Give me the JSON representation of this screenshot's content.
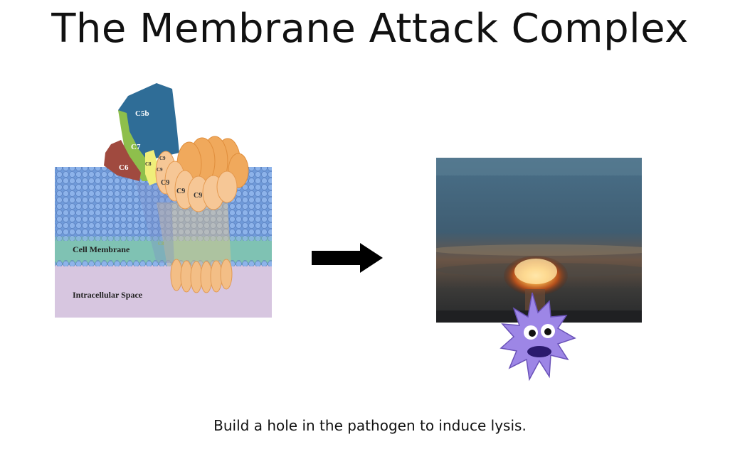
{
  "slide": {
    "title": "The Membrane Attack Complex",
    "caption": "Build a hole in the pathogen to induce lysis."
  },
  "diagram": {
    "labels": {
      "c5b": "C5b",
      "c6": "C6",
      "c7": "C7",
      "c8": "C8",
      "c9_1": "C9",
      "c9_2": "C9",
      "c9_3": "C9",
      "c9_4": "C9",
      "c9_5": "C9",
      "c8_lower": "C8",
      "cell_membrane": "Cell Membrane",
      "intracellular_space": "Intracellular Space"
    },
    "colors": {
      "c5b": "#2f6d97",
      "c6": "#a04a3f",
      "c7": "#8ebf4c",
      "c8": "#f0ee7a",
      "c9": "#f0a95c",
      "membrane_top": "#6a96d8",
      "membrane_band": "#7fc2b3",
      "intracellular": "#d7c6e0"
    }
  },
  "icons": {
    "arrow": "right-arrow-icon",
    "photo": "explosion-photo",
    "pathogen": "pathogen-cartoon"
  }
}
